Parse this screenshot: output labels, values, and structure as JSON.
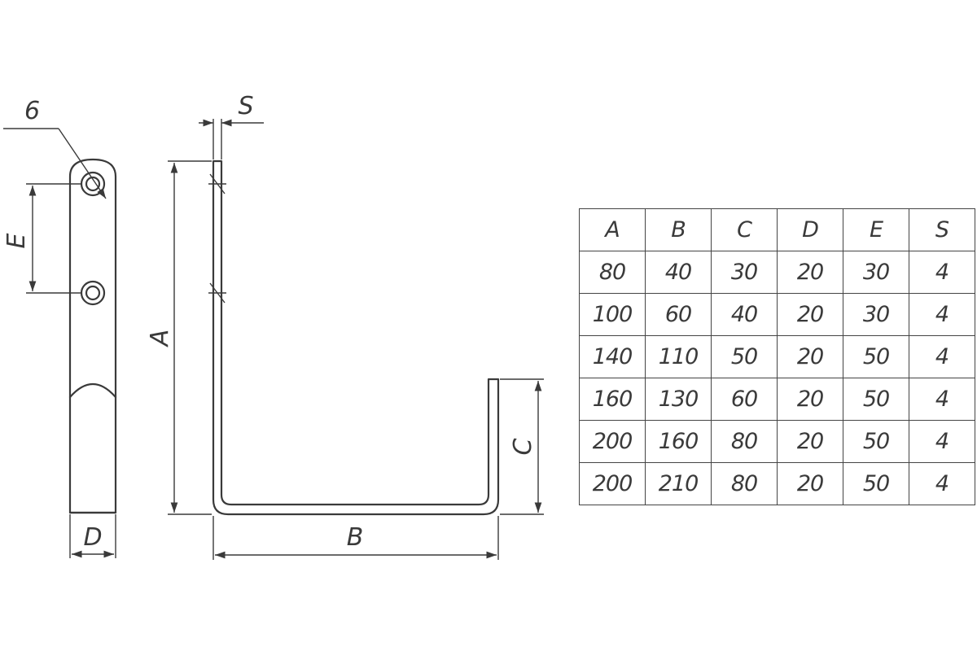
{
  "labels": {
    "hole_dia": "6",
    "dim_s": "S",
    "dim_e": "E",
    "dim_a": "A",
    "dim_b": "B",
    "dim_c": "C",
    "dim_d": "D"
  },
  "table": {
    "headers": [
      "A",
      "B",
      "C",
      "D",
      "E",
      "S"
    ],
    "rows": [
      [
        "80",
        "40",
        "30",
        "20",
        "30",
        "4"
      ],
      [
        "100",
        "60",
        "40",
        "20",
        "30",
        "4"
      ],
      [
        "140",
        "110",
        "50",
        "20",
        "50",
        "4"
      ],
      [
        "160",
        "130",
        "60",
        "20",
        "50",
        "4"
      ],
      [
        "200",
        "160",
        "80",
        "20",
        "50",
        "4"
      ],
      [
        "200",
        "210",
        "80",
        "20",
        "50",
        "4"
      ]
    ]
  }
}
